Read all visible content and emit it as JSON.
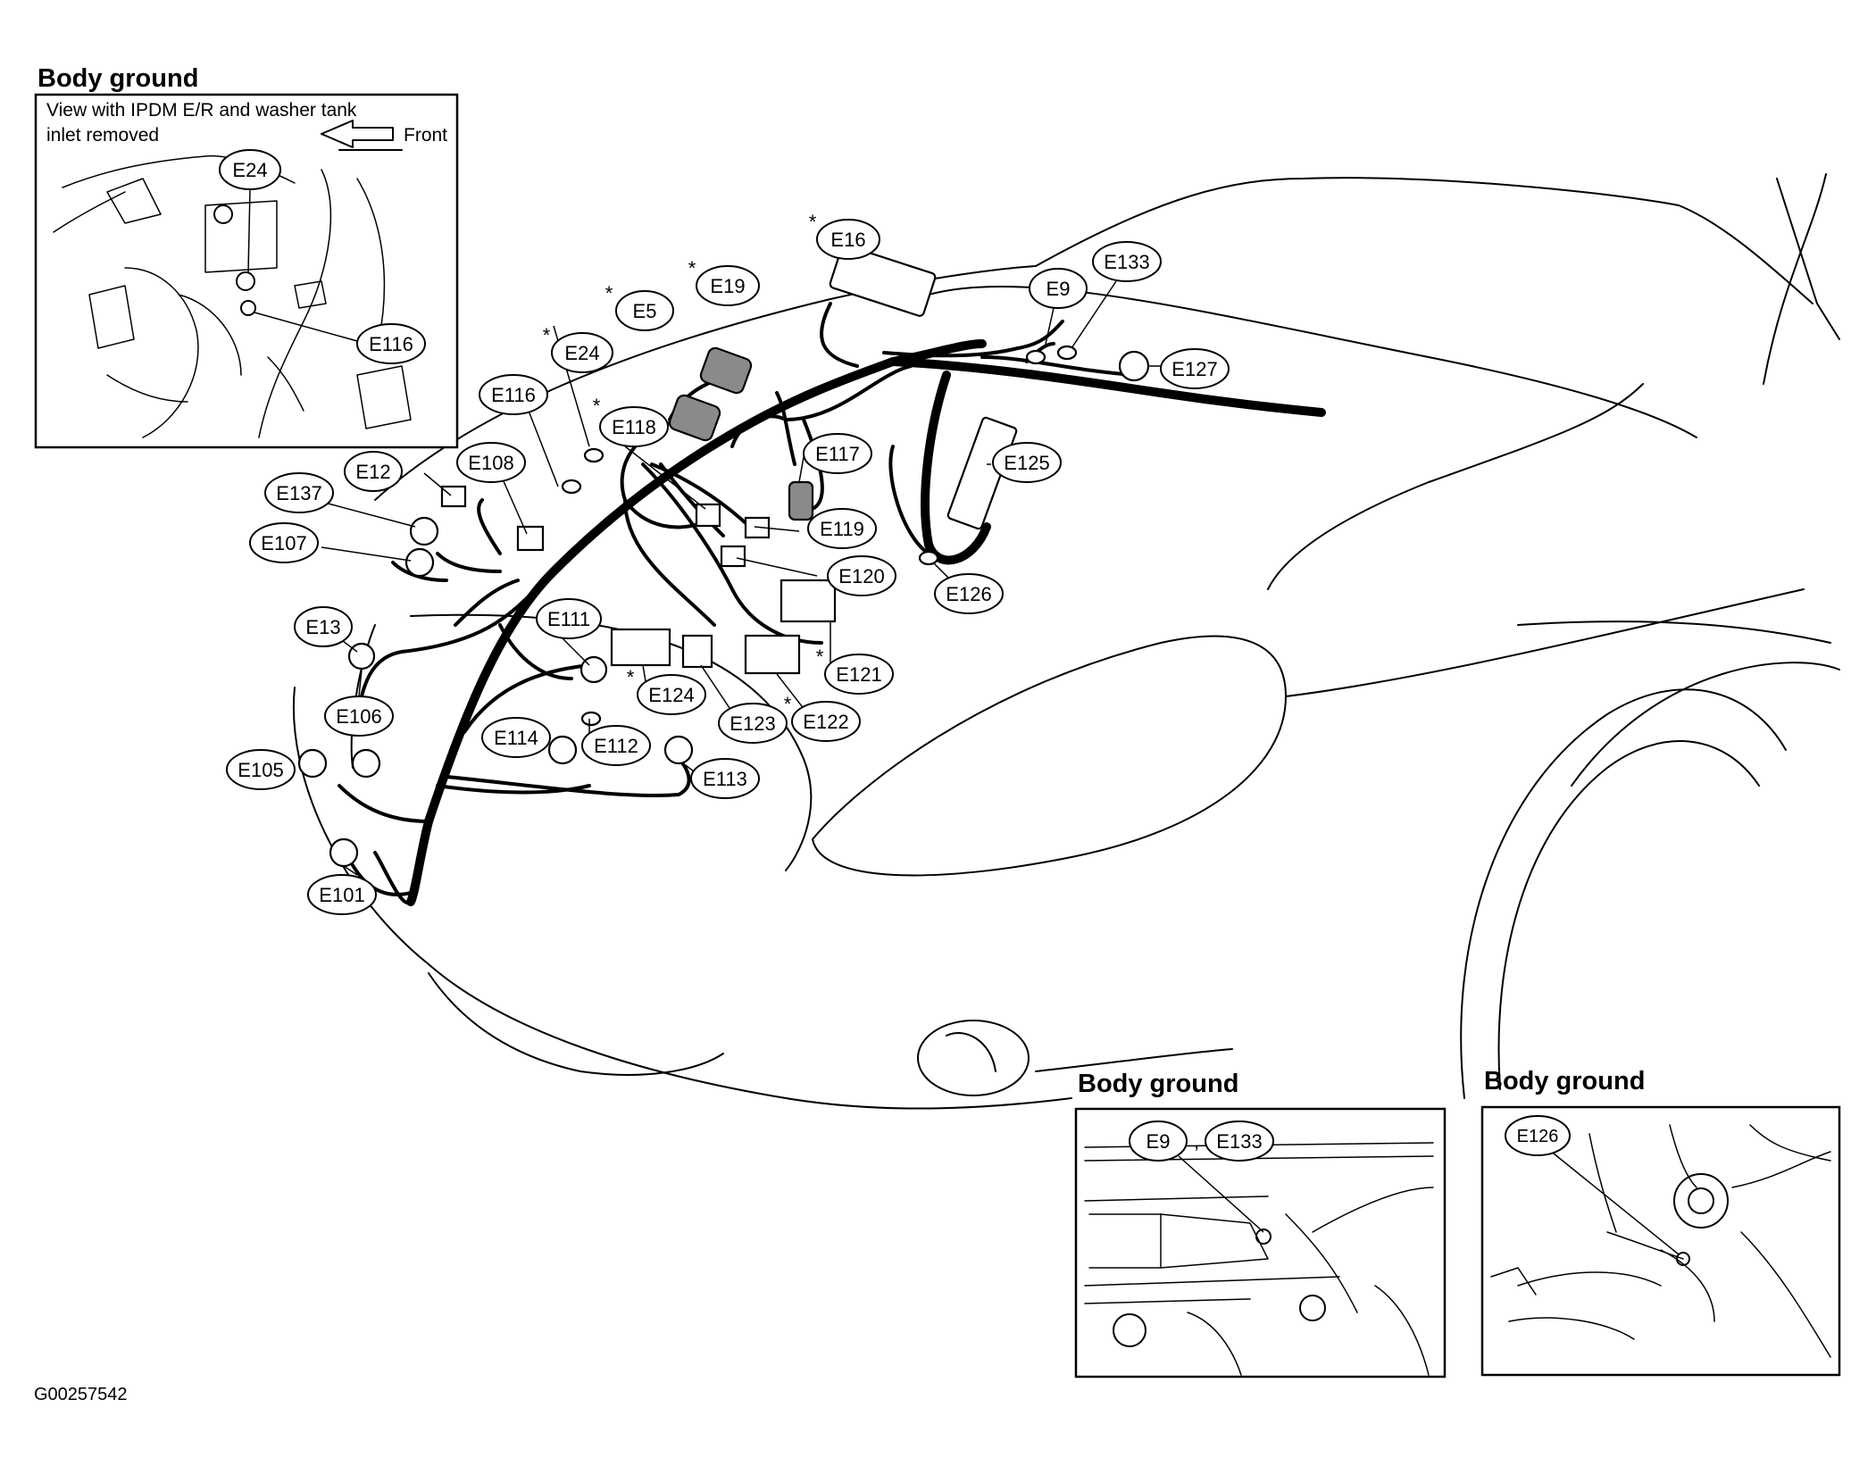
{
  "insets": {
    "top_left": {
      "title": "Body ground",
      "note_line1": "View with IPDM E/R and washer tank",
      "note_line2": "inlet removed",
      "front_label": "Front",
      "labels": [
        "E24",
        "E116"
      ]
    },
    "bottom_middle": {
      "title": "Body ground",
      "labels": [
        "E9",
        "E133"
      ]
    },
    "bottom_right": {
      "title": "Body ground",
      "labels": [
        "E126"
      ]
    }
  },
  "connectors": [
    {
      "id": "E16",
      "starred": true
    },
    {
      "id": "E19",
      "starred": true
    },
    {
      "id": "E5",
      "starred": true
    },
    {
      "id": "E24",
      "starred": true
    },
    {
      "id": "E118",
      "starred": true
    },
    {
      "id": "E116",
      "starred": false
    },
    {
      "id": "E9",
      "starred": false
    },
    {
      "id": "E133",
      "starred": false
    },
    {
      "id": "E127",
      "starred": false
    },
    {
      "id": "E12",
      "starred": false
    },
    {
      "id": "E108",
      "starred": false
    },
    {
      "id": "E137",
      "starred": false
    },
    {
      "id": "E117",
      "starred": false
    },
    {
      "id": "E125",
      "starred": false
    },
    {
      "id": "E119",
      "starred": false
    },
    {
      "id": "E107",
      "starred": false
    },
    {
      "id": "E120",
      "starred": false
    },
    {
      "id": "E126",
      "starred": false
    },
    {
      "id": "E13",
      "starred": false
    },
    {
      "id": "E111",
      "starred": false
    },
    {
      "id": "E121",
      "starred": true
    },
    {
      "id": "E124",
      "starred": true
    },
    {
      "id": "E106",
      "starred": false
    },
    {
      "id": "E123",
      "starred": false
    },
    {
      "id": "E122",
      "starred": true
    },
    {
      "id": "E114",
      "starred": false
    },
    {
      "id": "E112",
      "starred": false
    },
    {
      "id": "E105",
      "starred": false
    },
    {
      "id": "E113",
      "starred": false
    },
    {
      "id": "E101",
      "starred": false
    }
  ],
  "figure_code": "G00257542",
  "star_symbol": "*"
}
